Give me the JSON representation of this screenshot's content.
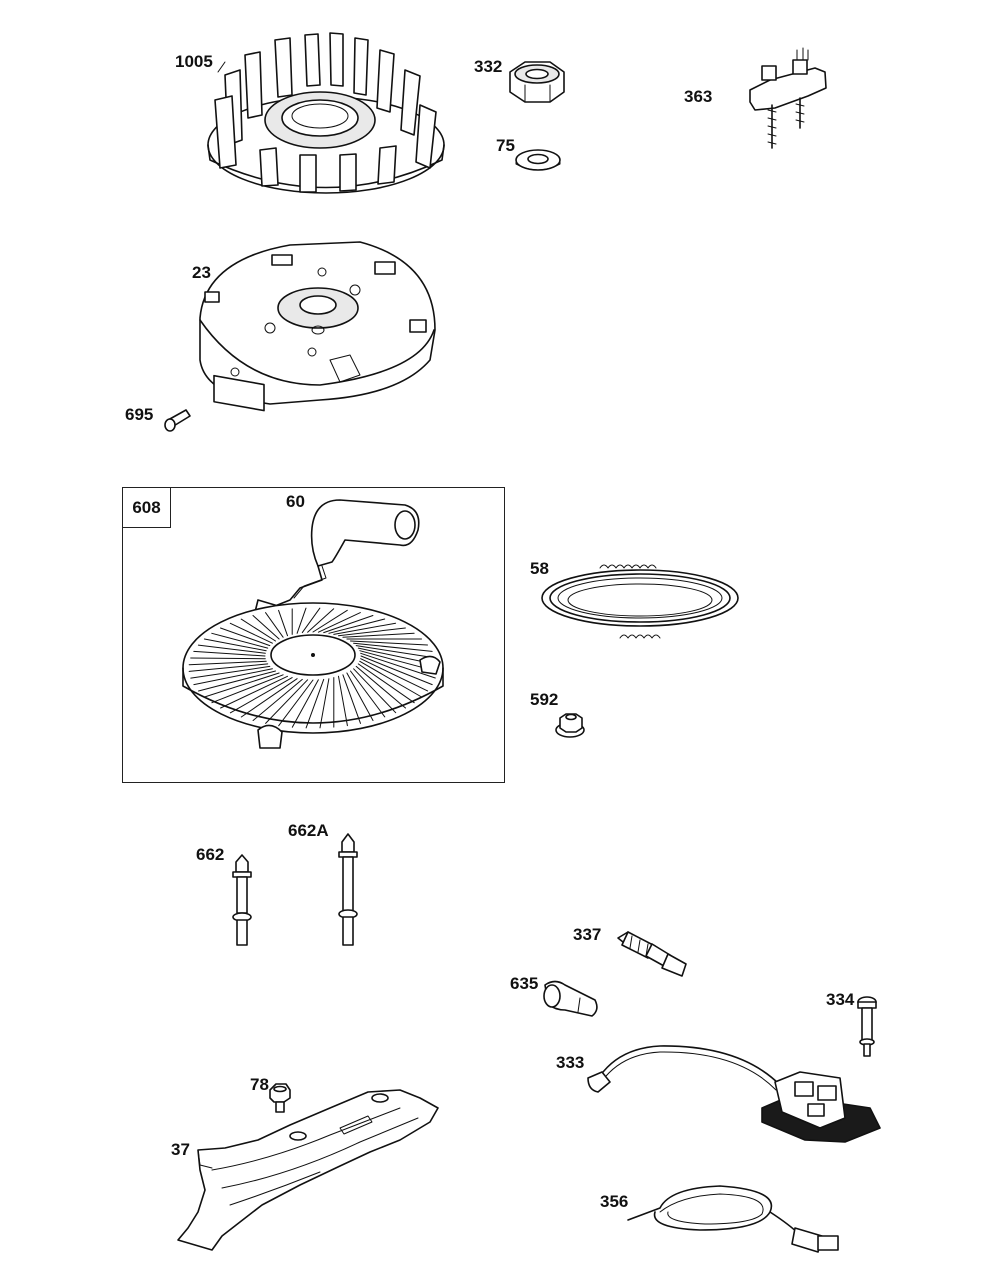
{
  "diagram": {
    "group": {
      "number": "608"
    },
    "parts": [
      {
        "id": "flywheel",
        "number": "1005"
      },
      {
        "id": "nut",
        "number": "332"
      },
      {
        "id": "washer",
        "number": "75"
      },
      {
        "id": "terminal-bracket",
        "number": "363"
      },
      {
        "id": "blower-housing",
        "number": "23"
      },
      {
        "id": "screw",
        "number": "695"
      },
      {
        "id": "starter-handle",
        "number": "60"
      },
      {
        "id": "starter-rope",
        "number": "58"
      },
      {
        "id": "flange-nut",
        "number": "592"
      },
      {
        "id": "stud",
        "number": "662"
      },
      {
        "id": "stud-long",
        "number": "662A"
      },
      {
        "id": "spark-plug",
        "number": "337"
      },
      {
        "id": "spark-plug-boot",
        "number": "635"
      },
      {
        "id": "screw-armature",
        "number": "334"
      },
      {
        "id": "ignition-armature",
        "number": "333"
      },
      {
        "id": "ground-wire",
        "number": "356"
      },
      {
        "id": "shield-screw",
        "number": "78"
      },
      {
        "id": "air-guide",
        "number": "37"
      }
    ]
  }
}
